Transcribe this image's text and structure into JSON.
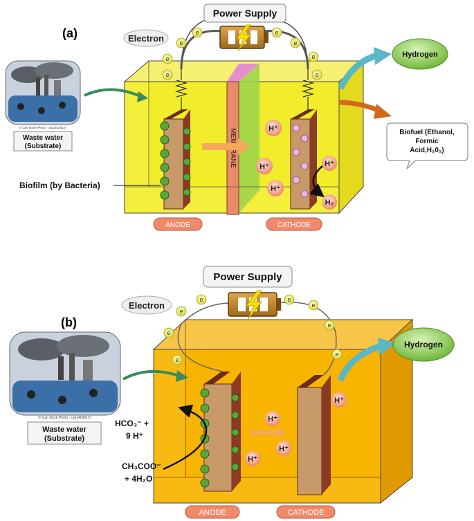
{
  "panel_a": {
    "tag": "(a)",
    "power_supply": "Power Supply",
    "electron": "Electron",
    "e": "e",
    "hydrogen": "Hydrogen",
    "biofuel_line1": "Biofuel (Ethanol,",
    "biofuel_line2": "Formic",
    "biofuel_line3": "Acid,H₂0₂)",
    "waste_line1": "Waste water",
    "waste_line2": "(Substrate)",
    "photo_credit": "© Can Stock Photo - csp14020127",
    "biofilm": "Biofilm (by Bacteria)",
    "membrane": "MEMBRANE",
    "hplus": "H⁺",
    "h2": "H₂",
    "anode": "ANODE",
    "cathode": "CATHODE"
  },
  "panel_b": {
    "tag": "(b)",
    "power_supply": "Power Supply",
    "electron": "Electron",
    "e": "e",
    "hydrogen": "Hydrogen",
    "waste_line1": "Waste water",
    "waste_line2": "(Substrate)",
    "photo_credit": "© Can Stock Photo - csp14020127",
    "hco3_line1": "HCO₃⁻ +",
    "hco3_line2": "9 H⁺",
    "ch3coo_line1": "CH₃COO⁻",
    "ch3coo_line2": "+ 4H₂O",
    "hplus": "H⁺",
    "anode": "ANODE",
    "cathode": "CATHODE"
  },
  "colors": {
    "tank_a": "#f2ee2a",
    "tank_b": "#f7b500",
    "membrane": "#e98b6b",
    "green_side": "#9bd24a",
    "electrode_face": "#c89a6a",
    "electrode_side": "#8a3b22",
    "label_box": "#f08a6a",
    "hydrogen_bubble": "#8fcf5a",
    "arrow_teal": "#5bb6c6",
    "arrow_orange": "#e08a2a"
  }
}
